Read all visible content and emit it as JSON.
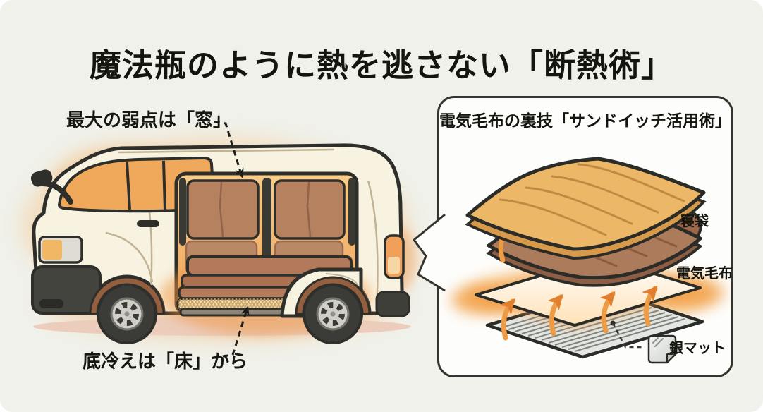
{
  "title": "魔法瓶のように熱を逃さない「断熱術」",
  "van_diagram": {
    "annotation_window": "最大の弱点は「窓」",
    "annotation_floor": "底冷えは「床」から"
  },
  "sandwich_panel": {
    "title": "電気毛布の裏技「サンドイッチ活用術」",
    "labels": {
      "sleeping_bag": "寝袋",
      "electric_blanket": "電気毛布",
      "silver_mat": "銀マット"
    }
  },
  "icons": {
    "silver_mat": "silver-sheet-icon"
  },
  "colors": {
    "background": "#f0f1ea",
    "outline": "#2e2e2a",
    "text": "#15150f",
    "van_body": "#f8f2e0",
    "window_orange": "#f0a95b",
    "interior_glow": "#f3b86d",
    "interior_brown": "#b5815f",
    "bench_brown": "#b2795a",
    "tire": "#3b3b37",
    "hubcap": "#cfcec7",
    "wheel_arch": "#935f3e",
    "panel_bg": "#fdfdfb",
    "sleeping_bag_tan": "#ecb767",
    "blanket_brown": "#ab7b5c",
    "electric_sheet": "#ffffff",
    "heat_orange": "#e8963f",
    "silver_mat": "#e3e6e2",
    "ground_shadow": "#ecccba"
  }
}
